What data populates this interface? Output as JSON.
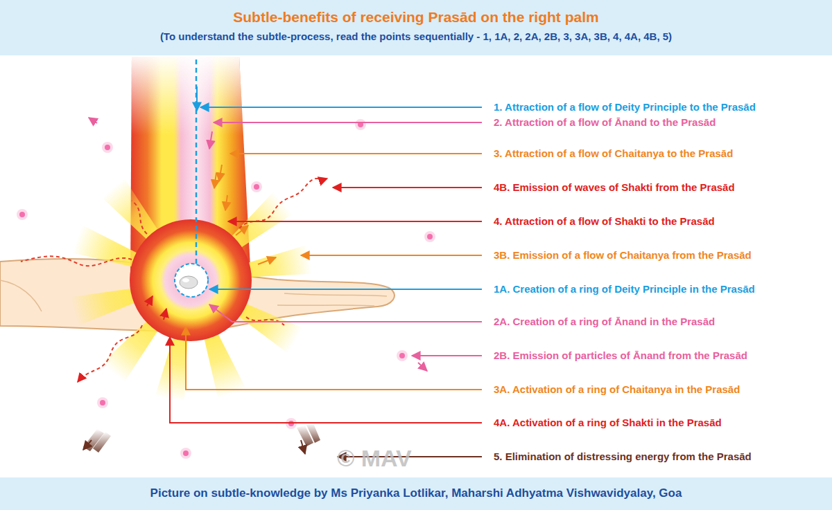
{
  "diagram": {
    "title": "Subtle-benefits of receiving Prasād on the right palm",
    "caption": "Picture on subtle-knowledge by Ms Priyanka Lotlikar, Maharshi Adhyatma Vishwavidyalay, Goa",
    "labels": [
      "(To understand the subtle-process, read the points sequentially - 1, 1A, 2, 2A, 2B, 3, 3A, 3B, 4, 4A, 4B, 5)",
      "1. Attraction of a flow of Deity Principle to the Prasād",
      "2. Attraction of a flow of Ānand to the Prasād",
      "3. Attraction of a flow of Chaitanya to the Prasād",
      "4B. Emission of waves of Shakti from the Prasād",
      "4. Attraction of a flow of Shakti to the Prasād",
      "3B. Emission of a flow of Chaitanya from the Prasād",
      "1A. Creation of a ring of Deity Principle in the Prasād",
      "2A. Creation of a ring of Ānand in the Prasād",
      "2B. Emission of particles of Ānand from the Prasād",
      "3A. Activation of a ring of Chaitanya in the Prasād",
      "4A. Activation of a ring of Shakti in the Prasād",
      "5. Elimination of distressing energy from the Prasād",
      "© MAV"
    ]
  }
}
